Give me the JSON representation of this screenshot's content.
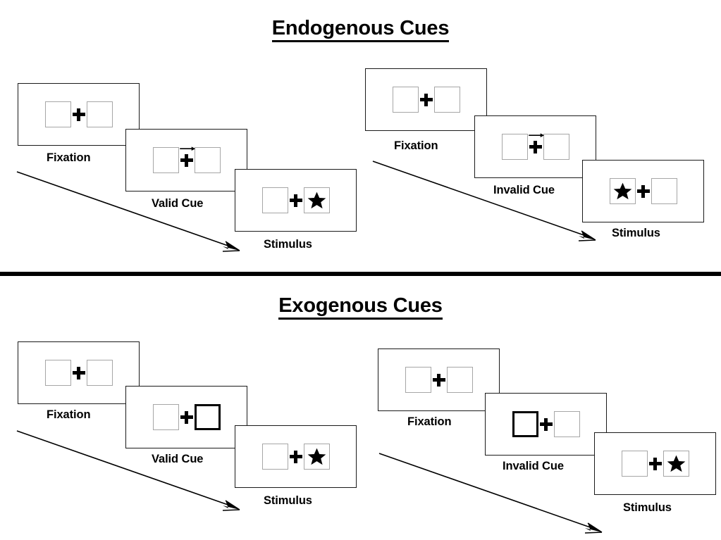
{
  "sections": [
    {
      "id": "endogenous",
      "title": "Endogenous Cues",
      "columns": [
        {
          "id": "endogenous-valid",
          "frames": [
            {
              "id": "fixation",
              "caption": "Fixation",
              "cue": "none",
              "cued_side": "none",
              "stimulus_side": "none"
            },
            {
              "id": "cue",
              "caption": "Valid Cue",
              "cue": "arrow-right",
              "cued_side": "none",
              "stimulus_side": "none"
            },
            {
              "id": "stimulus",
              "caption": "Stimulus",
              "cue": "none",
              "cued_side": "none",
              "stimulus_side": "right"
            }
          ]
        },
        {
          "id": "endogenous-invalid",
          "frames": [
            {
              "id": "fixation",
              "caption": "Fixation",
              "cue": "none",
              "cued_side": "none",
              "stimulus_side": "none"
            },
            {
              "id": "cue",
              "caption": "Invalid Cue",
              "cue": "arrow-right",
              "cued_side": "none",
              "stimulus_side": "none"
            },
            {
              "id": "stimulus",
              "caption": "Stimulus",
              "cue": "none",
              "cued_side": "none",
              "stimulus_side": "left"
            }
          ]
        }
      ]
    },
    {
      "id": "exogenous",
      "title": "Exogenous Cues",
      "columns": [
        {
          "id": "exogenous-valid",
          "frames": [
            {
              "id": "fixation",
              "caption": "Fixation",
              "cue": "none",
              "cued_side": "none",
              "stimulus_side": "none"
            },
            {
              "id": "cue",
              "caption": "Valid Cue",
              "cue": "box-highlight",
              "cued_side": "right",
              "stimulus_side": "none"
            },
            {
              "id": "stimulus",
              "caption": "Stimulus",
              "cue": "none",
              "cued_side": "none",
              "stimulus_side": "right"
            }
          ]
        },
        {
          "id": "exogenous-invalid",
          "frames": [
            {
              "id": "fixation",
              "caption": "Fixation",
              "cue": "none",
              "cued_side": "none",
              "stimulus_side": "none"
            },
            {
              "id": "cue",
              "caption": "Invalid Cue",
              "cue": "box-highlight",
              "cued_side": "left",
              "stimulus_side": "none"
            },
            {
              "id": "stimulus",
              "caption": "Stimulus",
              "cue": "none",
              "cued_side": "none",
              "stimulus_side": "right"
            }
          ]
        }
      ]
    }
  ],
  "colors": {
    "background": "#ffffff",
    "ink": "#000000",
    "panel_border": "#1a1a1a",
    "box_border": "#a6a6a6",
    "cued_box_border": "#000000",
    "divider": "#000000"
  },
  "icons": {
    "fixation_cross": "plus-icon",
    "arrow_cue": "arrow-right-icon",
    "stimulus": "star-icon",
    "time_flow": "diagonal-arrow-icon"
  }
}
